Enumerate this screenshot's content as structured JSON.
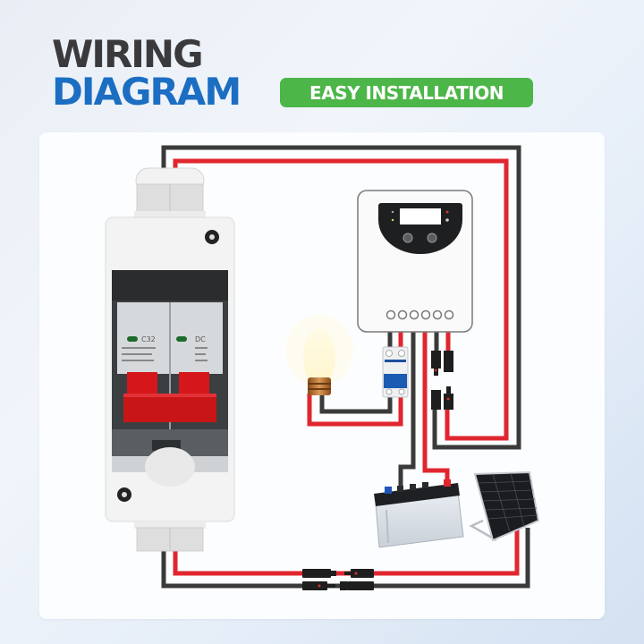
{
  "header": {
    "title_line1": "WIRING",
    "title_line2": "DIAGRAM",
    "badge": "EASY INSTALLATION"
  },
  "colors": {
    "title_dark": "#3a3a3c",
    "title_blue": "#1b6ec2",
    "badge_green": "#4cb648",
    "wire_red": "#e0262f",
    "wire_black": "#3a3a3a"
  },
  "breaker_box": {
    "label_left": "C32",
    "label_right": "DC"
  },
  "components": [
    "dc-breaker-enclosure",
    "solar-charge-controller",
    "load-bulb",
    "load-mini-breaker",
    "mc4-connectors",
    "battery",
    "solar-panel"
  ]
}
